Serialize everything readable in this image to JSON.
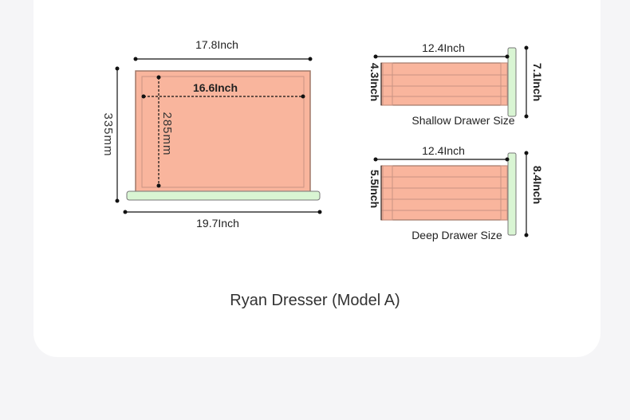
{
  "diagram": {
    "front": {
      "top_width": "17.8Inch",
      "inner_width": "16.6Inch",
      "bottom_width": "19.7Inch",
      "outer_height": "335mm",
      "inner_height": "285mm"
    },
    "shallow_drawer": {
      "width": "12.4Inch",
      "inner_height": "4.3Inch",
      "outer_height": "7.1Inch",
      "label": "Shallow Drawer Size"
    },
    "deep_drawer": {
      "width": "12.4Inch",
      "inner_height": "5.5Inch",
      "outer_height": "8.4Inch",
      "label": "Deep Drawer Size"
    },
    "colors": {
      "body_fill": "#f9b59d",
      "body_stroke": "#b08a7a",
      "front_panel": "#d9f5d3",
      "front_panel_stroke": "#777777"
    }
  },
  "caption": "Ryan Dresser (Model A)"
}
